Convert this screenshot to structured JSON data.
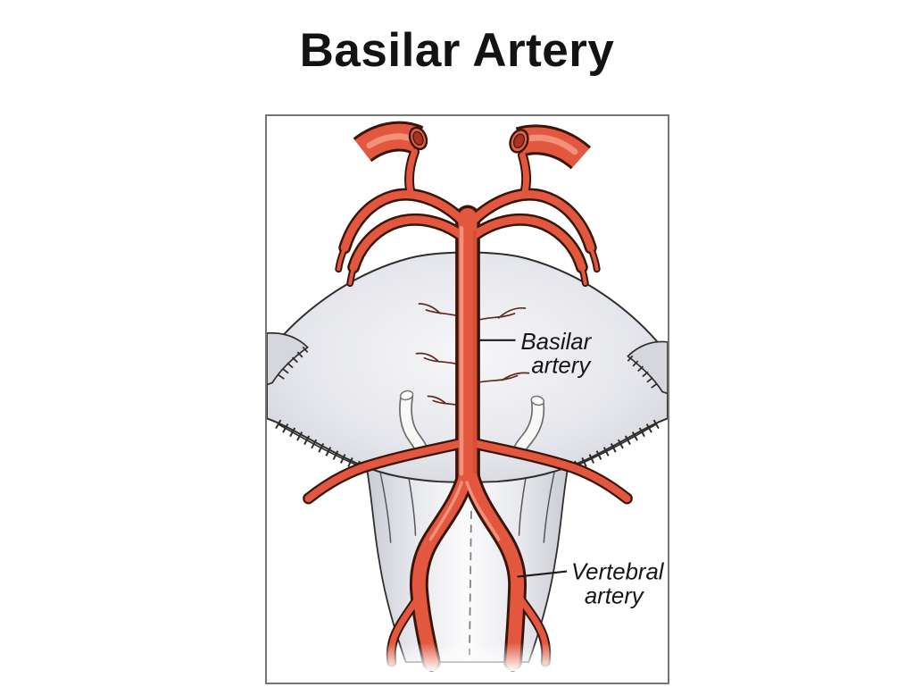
{
  "title": "Basilar Artery",
  "figure": {
    "labels": {
      "basilar": {
        "line1": "Basilar",
        "line2": "artery"
      },
      "vertebral": {
        "line1": "Vertebral",
        "line2": "artery"
      }
    },
    "colors": {
      "artery_fill": "#e2573e",
      "artery_highlight": "#f49b84",
      "artery_shade": "#cf4c33",
      "artery_outline": "#38160c",
      "tissue_fill": "#e2e3e8",
      "tissue_outline": "#2e2e2e",
      "nerve_fill": "#f8f8f6",
      "label_text": "#161616",
      "panel_border": "#767676",
      "title_text": "#131313",
      "background": "#ffffff"
    }
  }
}
